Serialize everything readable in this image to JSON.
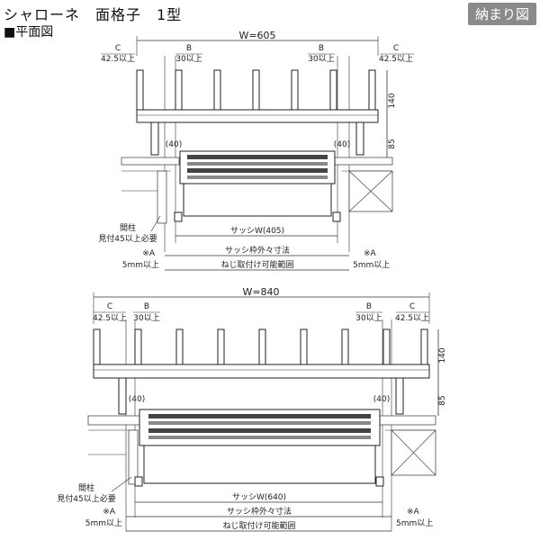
{
  "header": {
    "title": "シャローネ　面格子　1型",
    "badge": "納まり図",
    "section": "■平面図"
  },
  "drawings": [
    {
      "width_label": "W=605",
      "c_label": "C",
      "c_value": "42.5以上",
      "b_label": "B",
      "b_value": "30以上",
      "height_top": "140",
      "height_bottom": "85",
      "offset_40": "(40)",
      "pillar_label": "間柱",
      "pillar_note": "見付45以上必要",
      "note_a": "※A",
      "note_5mm": "5mm以上",
      "sash_w": "サッシW(405)",
      "sash_outer": "サッシ枠外々寸法",
      "screw_range": "ねじ取付け可能範囲"
    },
    {
      "width_label": "W=840",
      "c_label": "C",
      "c_value": "42.5以上",
      "b_label": "B",
      "b_value": "30以上",
      "height_top": "140",
      "height_bottom": "85",
      "offset_40": "(40)",
      "pillar_label": "間柱",
      "pillar_note": "見付45以上必要",
      "note_a": "※A",
      "note_5mm": "5mm以上",
      "sash_w": "サッシW(640)",
      "sash_outer": "サッシ枠外々寸法",
      "screw_range": "ねじ取付け可能範囲"
    }
  ]
}
